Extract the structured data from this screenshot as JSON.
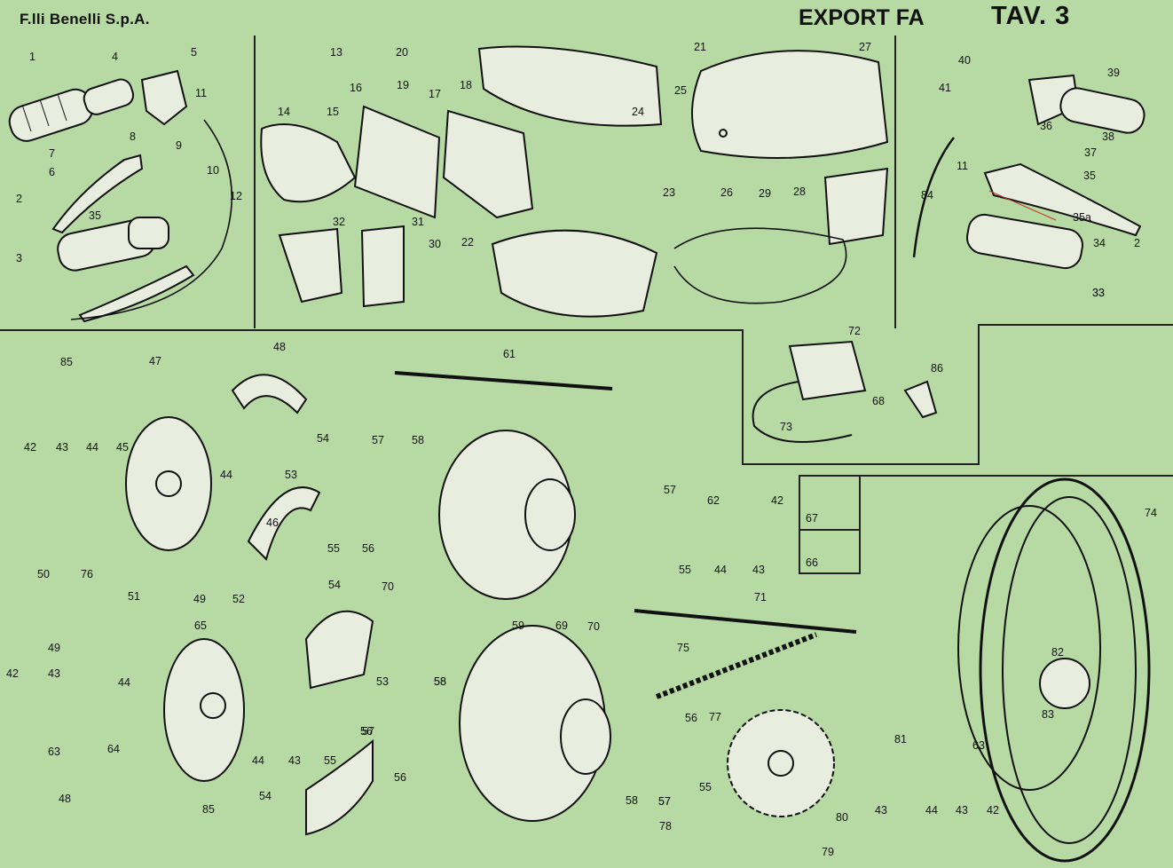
{
  "header": {
    "brand": "F.lli  Benelli S.p.A.",
    "title_left": "EXPORT FA",
    "title_right": "TAV. 3"
  },
  "callouts": [
    "1",
    "2",
    "3",
    "4",
    "5",
    "6",
    "7",
    "8",
    "9",
    "10",
    "11",
    "12",
    "13",
    "14",
    "15",
    "16",
    "17",
    "18",
    "19",
    "20",
    "21",
    "22",
    "23",
    "24",
    "25",
    "26",
    "27",
    "28",
    "29",
    "30",
    "31",
    "32",
    "35",
    "40",
    "39",
    "41",
    "36",
    "38",
    "37",
    "11",
    "35",
    "84",
    "35a",
    "34",
    "2",
    "33",
    "33",
    "85",
    "47",
    "48",
    "54",
    "53",
    "42",
    "43",
    "44",
    "45",
    "44",
    "46",
    "57",
    "58",
    "61",
    "72",
    "86",
    "68",
    "73",
    "57",
    "62",
    "42",
    "67",
    "66",
    "74",
    "50",
    "76",
    "51",
    "49",
    "52",
    "54",
    "55",
    "56",
    "55",
    "44",
    "43",
    "59",
    "70",
    "71",
    "70",
    "65",
    "49",
    "44",
    "42",
    "43",
    "63",
    "64",
    "75",
    "69",
    "53",
    "58",
    "57",
    "44",
    "43",
    "55",
    "56",
    "56",
    "58",
    "56",
    "55",
    "57",
    "77",
    "81",
    "63",
    "82",
    "83",
    "48",
    "85",
    "54",
    "57",
    "58",
    "78",
    "80",
    "79",
    "43",
    "44",
    "43",
    "42"
  ],
  "colors": {
    "background": "#b7d9a3",
    "ink": "#111111",
    "accent_line": "#c0392b"
  }
}
